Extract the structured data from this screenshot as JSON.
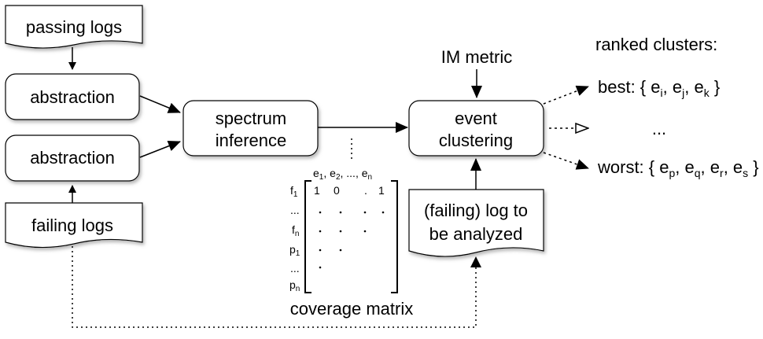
{
  "nodes": {
    "passing_logs": "passing logs",
    "abstraction_top": "abstraction",
    "abstraction_bottom": "abstraction",
    "failing_logs": "failing logs",
    "spectrum_line1": "spectrum",
    "spectrum_line2": "inference",
    "event_line1": "event",
    "event_line2": "clustering",
    "failing_log_line1": "(failing) log to",
    "failing_log_line2": "be analyzed",
    "im_metric": "IM metric"
  },
  "matrix": {
    "caption": "coverage matrix",
    "header": [
      "e",
      "1",
      ", e",
      "2",
      ", ..., e",
      "n"
    ],
    "row_labels": [
      {
        "base": "f",
        "sub": "1"
      },
      {
        "base": "...",
        "sub": ""
      },
      {
        "base": "f",
        "sub": "n"
      },
      {
        "base": "p",
        "sub": "1"
      },
      {
        "base": "...",
        "sub": ""
      },
      {
        "base": "p",
        "sub": "n"
      }
    ],
    "first_row_values": [
      "1",
      "0",
      ".",
      "1"
    ]
  },
  "ranked": {
    "title": "ranked clusters:",
    "best_prefix": "best: { e",
    "best_subs": [
      "i",
      "j",
      "k"
    ],
    "middle": "...",
    "worst_prefix": "worst: { e",
    "worst_subs": [
      "p",
      "q",
      "r",
      "s"
    ]
  }
}
